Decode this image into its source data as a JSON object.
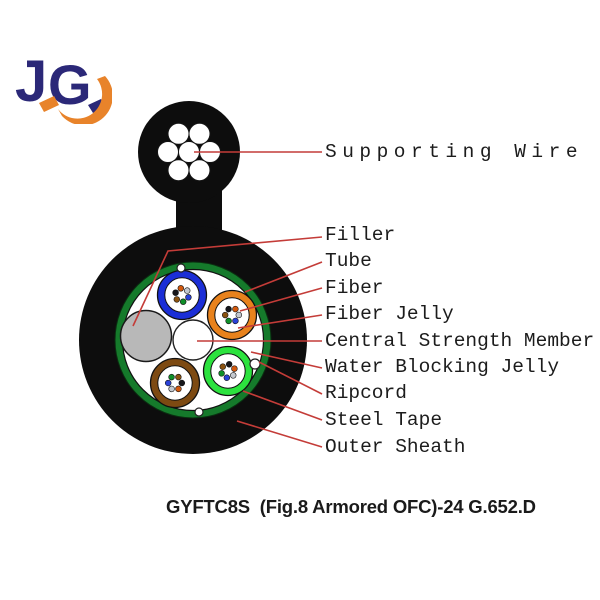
{
  "logo": {
    "letters": {
      "j": "J",
      "g": "G"
    },
    "navy": "#2b2878",
    "orange": "#e8832a"
  },
  "colors": {
    "leader_line": "#c43c38",
    "sheath_black": "#0d0d0d",
    "steel_tape_green": "#157a2b",
    "filler_gray": "#b8b8b8",
    "strength_member_white": "#ffffff",
    "tube_blue": "#1b2ed6",
    "tube_orange": "#e8821c",
    "tube_green": "#2ce23e",
    "tube_brown": "#7d4a12",
    "fiber_dot_colors": [
      "#2a41d8",
      "#0f8f28",
      "#8a5210",
      "#16161a",
      "#d2590e",
      "#c3c8cf"
    ]
  },
  "diagram": {
    "labels": [
      "Supporting Wire",
      "Filler",
      "Tube",
      "Fiber",
      "Fiber Jelly",
      "Central Strength Member",
      "Water Blocking Jelly",
      "Ripcord",
      "Steel Tape",
      "Outer Sheath"
    ]
  },
  "caption": "GYFTC8S  (Fig.8 Armored OFC)-24 G.652.D"
}
